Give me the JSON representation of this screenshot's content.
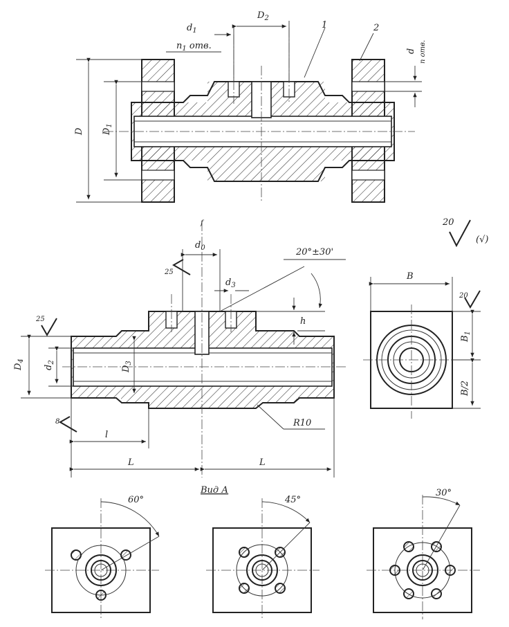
{
  "labels": {
    "top_d1": "d",
    "top_d1_sub": "1",
    "top_n_otv": "n",
    "top_n_otv_sub": "1",
    "top_n_otv_suffix": " отв.",
    "top_D2": "D",
    "top_D2_sub": "2",
    "part1": "1",
    "part2": "2",
    "top_d": "d",
    "top_n_otv_right": "n отв.",
    "top_D": "D",
    "top_D1": "D",
    "top_D1_sub": "1",
    "rough20": "20",
    "rough_paren": "(√)",
    "mid_mark": "f",
    "mid_d0": "d",
    "mid_d0_sub": "0",
    "mid_d3": "d",
    "mid_d3_sub": "3",
    "mid_angle": "20°±30'",
    "mid_h": "h",
    "mid_D4": "D",
    "mid_D4_sub": "4",
    "mid_d2": "d",
    "mid_d2_sub": "2",
    "mid_D3": "D",
    "mid_D3_sub": "3",
    "mid_rough_left": "25",
    "mid_rough_bottom": "8",
    "mid_rough_top": "25",
    "mid_R10": "R10",
    "mid_l": "l",
    "mid_L_left": "L",
    "mid_L_right": "L",
    "side_B": "B",
    "side_B1": "B",
    "side_B1_sub": "1",
    "side_B2": "B/2",
    "side_rough": "20",
    "view_a": "Вид А",
    "angle60": "60°",
    "angle45": "45°",
    "angle30": "30°"
  }
}
